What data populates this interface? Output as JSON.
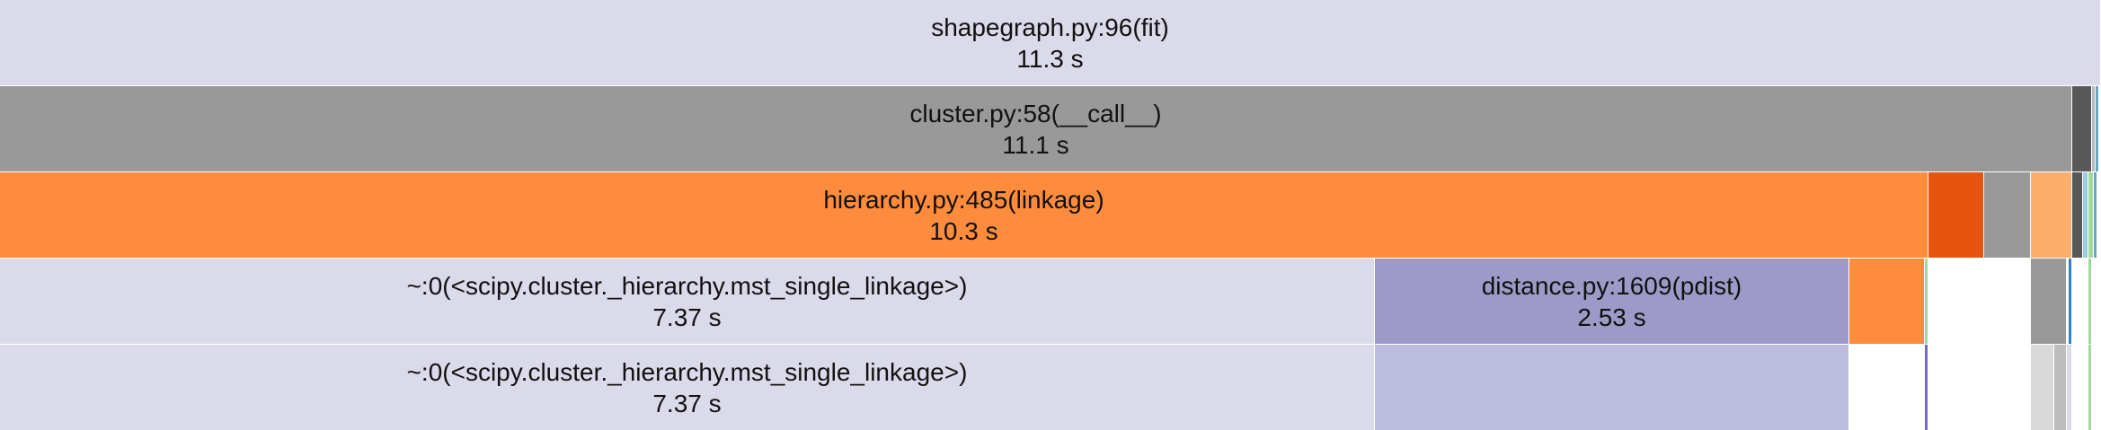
{
  "flamegraph": {
    "rows": [
      {
        "frames": [
          {
            "name": "shapegraph.py:96(fit)",
            "time": "11.3 s",
            "color": "#dadaea",
            "start": 0,
            "width": 2338
          }
        ]
      },
      {
        "frames": [
          {
            "name": "cluster.py:58(__call__)",
            "time": "11.1 s",
            "color": "#999999",
            "start": 0,
            "width": 2306
          },
          {
            "name": "",
            "time": "",
            "color": "#585858",
            "start": 2306,
            "width": 22
          },
          {
            "name": "",
            "time": "",
            "color": "#b9b9b9",
            "start": 2328,
            "width": 4
          },
          {
            "name": "",
            "time": "",
            "color": "#6aa4c8",
            "start": 2332,
            "width": 4
          }
        ]
      },
      {
        "frames": [
          {
            "name": "hierarchy.py:485(linkage)",
            "time": "10.3 s",
            "color": "#fe8c3c",
            "start": 0,
            "width": 2146
          },
          {
            "name": "",
            "time": "",
            "color": "#e6550d",
            "start": 2146,
            "width": 62
          },
          {
            "name": "",
            "time": "",
            "color": "#999999",
            "start": 2208,
            "width": 52
          },
          {
            "name": "",
            "time": "",
            "color": "#fdae6b",
            "start": 2260,
            "width": 46
          },
          {
            "name": "",
            "time": "",
            "color": "#585858",
            "start": 2306,
            "width": 12
          },
          {
            "name": "",
            "time": "",
            "color": "#9ecae1",
            "start": 2318,
            "width": 6
          },
          {
            "name": "",
            "time": "",
            "color": "#a1d99b",
            "start": 2324,
            "width": 6
          },
          {
            "name": "",
            "time": "",
            "color": "#6aa4c8",
            "start": 2330,
            "width": 4
          }
        ]
      },
      {
        "frames": [
          {
            "name": "~:0(<scipy.cluster._hierarchy.mst_single_linkage>)",
            "time": "7.37 s",
            "color": "#dadaea",
            "start": 0,
            "width": 1530
          },
          {
            "name": "distance.py:1609(pdist)",
            "time": "2.53 s",
            "color": "#9e9ac8",
            "start": 1530,
            "width": 528
          },
          {
            "name": "",
            "time": "",
            "color": "#fe8c3c",
            "start": 2058,
            "width": 84
          },
          {
            "name": "",
            "time": "",
            "color": "#a1d99b",
            "start": 2142,
            "width": 4
          },
          {
            "name": "",
            "time": "",
            "color": "#999999",
            "start": 2260,
            "width": 40
          },
          {
            "name": "",
            "time": "",
            "color": "#3182bd",
            "start": 2302,
            "width": 4
          },
          {
            "name": "",
            "time": "",
            "color": "#a1d99b",
            "start": 2324,
            "width": 4
          }
        ]
      },
      {
        "frames": [
          {
            "name": "~:0(<scipy.cluster._hierarchy.mst_single_linkage>)",
            "time": "7.37 s",
            "color": "#dadaea",
            "start": 0,
            "width": 1530
          },
          {
            "name": "",
            "time": "",
            "color": "#bcbddc",
            "start": 1530,
            "width": 528
          },
          {
            "name": "",
            "time": "",
            "color": "#756bb1",
            "start": 2142,
            "width": 4
          },
          {
            "name": "",
            "time": "",
            "color": "#d9d9d9",
            "start": 2260,
            "width": 26
          },
          {
            "name": "",
            "time": "",
            "color": "#bdbdbd",
            "start": 2286,
            "width": 14
          },
          {
            "name": "",
            "time": "",
            "color": "#dadaea",
            "start": 2300,
            "width": 6
          },
          {
            "name": "",
            "time": "",
            "color": "#a1d99b",
            "start": 2324,
            "width": 4
          }
        ]
      }
    ]
  }
}
